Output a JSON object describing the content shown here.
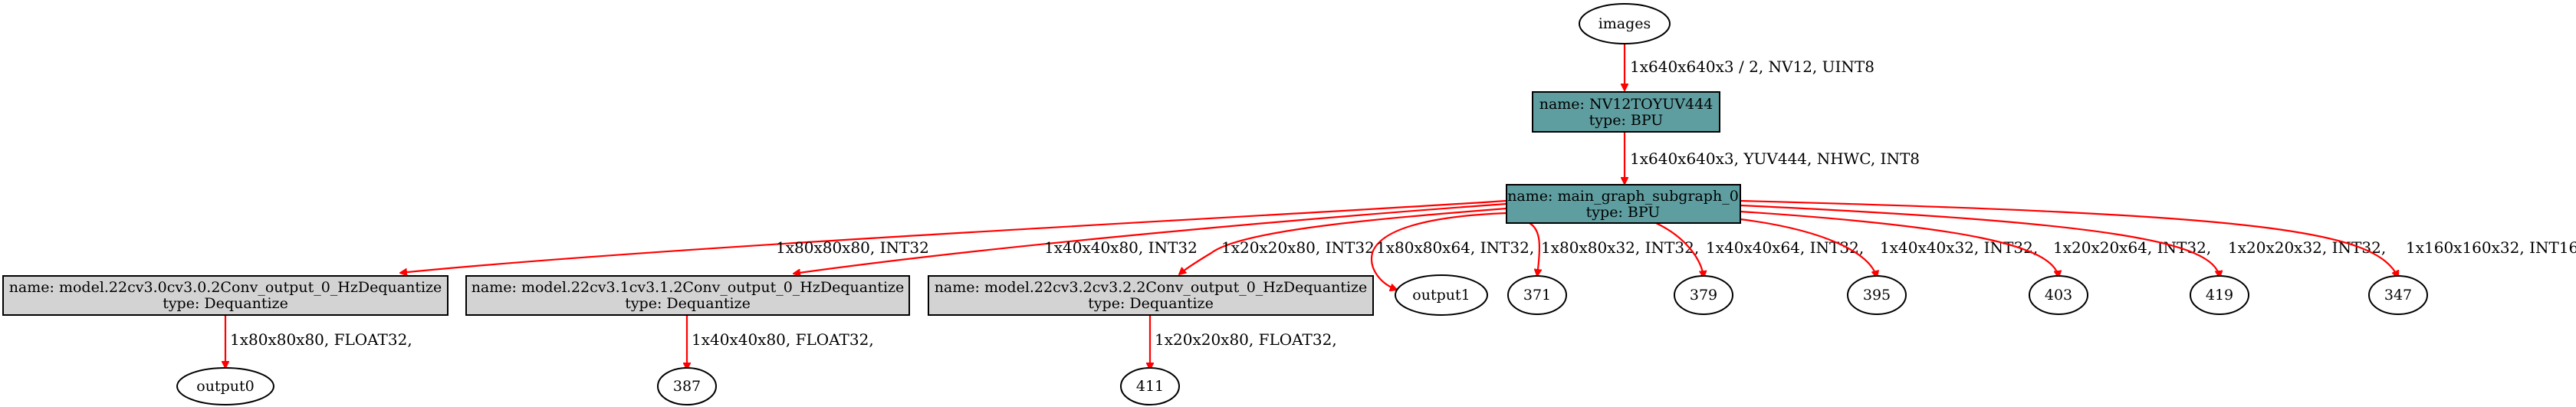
{
  "colors": {
    "edge": "#ff0000",
    "bpu_fill": "#5f9ea0",
    "dequantize_fill": "#d3d3d3",
    "io_fill": "#ffffff"
  },
  "nodes": {
    "images": "images",
    "nv12": {
      "name": "name: NV12TOYUV444",
      "type": "type: BPU"
    },
    "main": {
      "name": "name: main_graph_subgraph_0",
      "type": "type: BPU"
    },
    "deq0": {
      "name": "name: model.22cv3.0cv3.0.2Conv_output_0_HzDequantize",
      "type": "type: Dequantize"
    },
    "deq1": {
      "name": "name: model.22cv3.1cv3.1.2Conv_output_0_HzDequantize",
      "type": "type: Dequantize"
    },
    "deq2": {
      "name": "name: model.22cv3.2cv3.2.2Conv_output_0_HzDequantize",
      "type": "type: Dequantize"
    },
    "output1": "output1",
    "n371": "371",
    "n379": "379",
    "n395": "395",
    "n403": "403",
    "n419": "419",
    "n347": "347",
    "output0": "output0",
    "n387": "387",
    "n411": "411"
  },
  "edges": {
    "images_nv12": "1x640x640x3 / 2, NV12, UINT8",
    "nv12_main": "1x640x640x3, YUV444, NHWC, INT8",
    "main_deq0": "1x80x80x80, INT32",
    "main_deq1": "1x40x40x80, INT32",
    "main_deq2": "1x20x20x80, INT32",
    "main_output1": "1x80x80x64, INT32,",
    "main_371": "1x80x80x32, INT32,",
    "main_379": "1x40x40x64, INT32,",
    "main_395": "1x40x40x32, INT32,",
    "main_403": "1x20x20x64, INT32,",
    "main_419": "1x20x20x32, INT32,",
    "main_347": "1x160x160x32, INT16,",
    "deq0_output0": "1x80x80x80, FLOAT32,",
    "deq1_387": "1x40x40x80, FLOAT32,",
    "deq2_411": "1x20x20x80, FLOAT32,"
  }
}
